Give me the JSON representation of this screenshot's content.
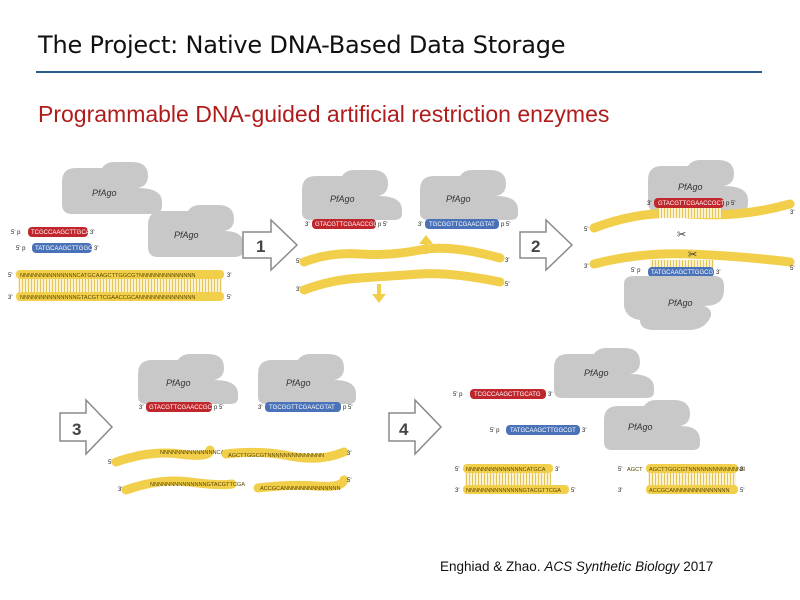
{
  "header": {
    "title": "The Project: Native DNA-Based Data Storage",
    "subtitle": "Programmable DNA-guided artificial restriction enzymes"
  },
  "citation": {
    "authors": "Enghiad & Zhao.",
    "journal": "ACS Synthetic Biology",
    "year": "2017"
  },
  "colors": {
    "title_rule": "#2a5d8f",
    "subtitle": "#b01c1c",
    "protein": "#c8c8c8",
    "guide_red": "#c0272d",
    "guide_blue": "#4a72b8",
    "dna_yellow": "#f2cf4a"
  },
  "diagram": {
    "protein_label": "PfAgo",
    "steps": [
      "1",
      "2",
      "3",
      "4"
    ],
    "guide_red_seq": "TCGCCAAGCTTGCATG",
    "guide_red_seq_flipped": "GTACGTTCGAACCGCT",
    "guide_blue_seq": "TATGCAAGCTTGGCGT",
    "guide_blue_seq_flipped": "TGCGGTTCGAACGTAT",
    "dna_top": "NNNNNNNNNNNNNNCATGCAAGCTTGGCGTNNNNNNNNNNNNNN",
    "dna_bottom": "NNNNNNNNNNNNNNGTACGTTCGAACCGCANNNNNNNNNNNNNN",
    "frag_top_left": "NNNNNNNNNNNNNNCATGCA",
    "frag_top_right": "AGCTTGGCGTNNNNNNNNNNNNNN",
    "frag_bottom_left": "NNNNNNNNNNNNNNGTACGTTCGA",
    "frag_bottom_right": "ACCGCANNNNNNNNNNNNNN",
    "sticky_left": "TCGA",
    "sticky_right": "AGCT",
    "end_5p": "5'",
    "end_3p": "3'",
    "end_5p_p": "5' p",
    "end_p_5p": "p 5'"
  }
}
